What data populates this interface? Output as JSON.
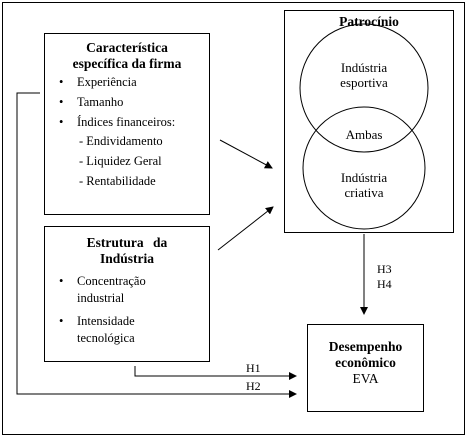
{
  "firm_box": {
    "title_line1": "Característica",
    "title_line2": "específica da firma",
    "items": [
      "Experiência",
      "Tamanho",
      "Índices financeiros:"
    ],
    "subitems": [
      "- Endividamento",
      "- Liquidez Geral",
      "- Rentabilidade"
    ]
  },
  "industry_box": {
    "title_line1": "Estrutura da",
    "title_line2": "Indústria",
    "items": [
      {
        "line1": "Concentração",
        "line2": "industrial"
      },
      {
        "line1": "Intensidade",
        "line2": "tecnológica"
      }
    ]
  },
  "sponsorship_box": {
    "title": "Patrocínio",
    "circle_top_line1": "Indústria",
    "circle_top_line2": "esportiva",
    "overlap": "Ambas",
    "circle_bottom_line1": "Indústria",
    "circle_bottom_line2": "criativa"
  },
  "performance_box": {
    "title_line1": "Desempenho",
    "title_line2": "econômico",
    "title_line3": "EVA"
  },
  "hypotheses": {
    "h1": "H1",
    "h2": "H2",
    "h3": "H3",
    "h4": "H4"
  }
}
